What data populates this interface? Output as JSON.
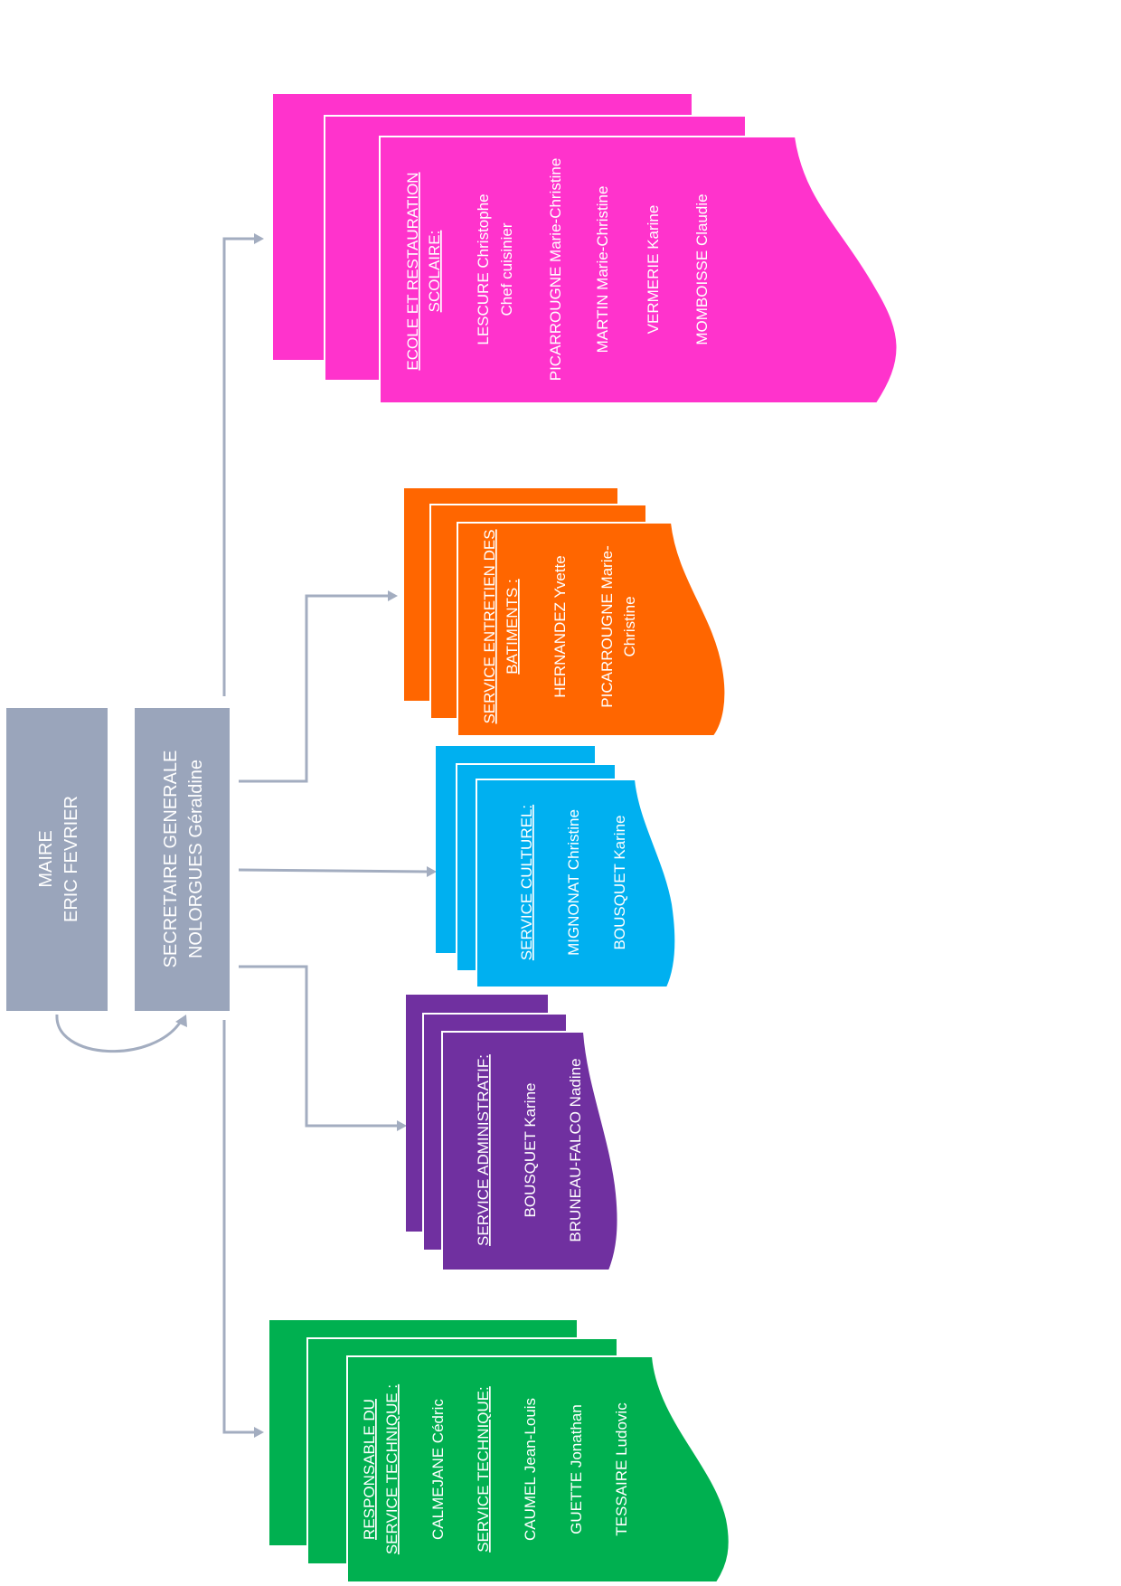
{
  "mayor": {
    "line1": "MAIRE",
    "line2": "ERIC FEVRIER"
  },
  "secretary": {
    "line1": "SECRETAIRE GENERALE",
    "line2": "NOLORGUES Géraldine"
  },
  "colors": {
    "gray_box": "#9aa5bb",
    "connector": "#a3adc0",
    "ecole": "#ff33cc",
    "entretien": "#ff6600",
    "culturel": "#00b0f0",
    "administratif": "#7030a0",
    "technique": "#00b050"
  },
  "services": {
    "ecole": {
      "header1": "ECOLE ET RESTAURATION",
      "header2": "SCOLAIRE:",
      "m1a": "LESCURE Christophe",
      "m1b": "Chef cuisinier",
      "m2": "PICARROUGNE Marie-Christine",
      "m3": "MARTIN Marie-Christine",
      "m4": "VERMERIE Karine",
      "m5": "MOMBOISSE Claudie"
    },
    "entretien": {
      "header1": "SERVICE ENTRETIEN DES",
      "header2": "BATIMENTS :",
      "m1": "HERNANDEZ Yvette",
      "m2a": "PICARROUGNE Marie-",
      "m2b": "Christine"
    },
    "culturel": {
      "header1": "SERVICE CULTUREL:",
      "m1": "MIGNONAT Christine",
      "m2": "BOUSQUET Karine"
    },
    "administratif": {
      "header1": "SERVICE ADMINISTRATIF:",
      "m1": "BOUSQUET Karine",
      "m2": "BRUNEAU-FALCO Nadine"
    },
    "technique": {
      "header1a": "RESPONSABLE DU",
      "header1b": "SERVICE TECHNIQUE :",
      "m1": "CALMEJANE Cédric",
      "header2": "SERVICE TECHNIQUE:",
      "m2": "CAUMEL Jean-Louis",
      "m3": "GUETTE Jonathan",
      "m4": "TESSAIRE Ludovic"
    }
  }
}
